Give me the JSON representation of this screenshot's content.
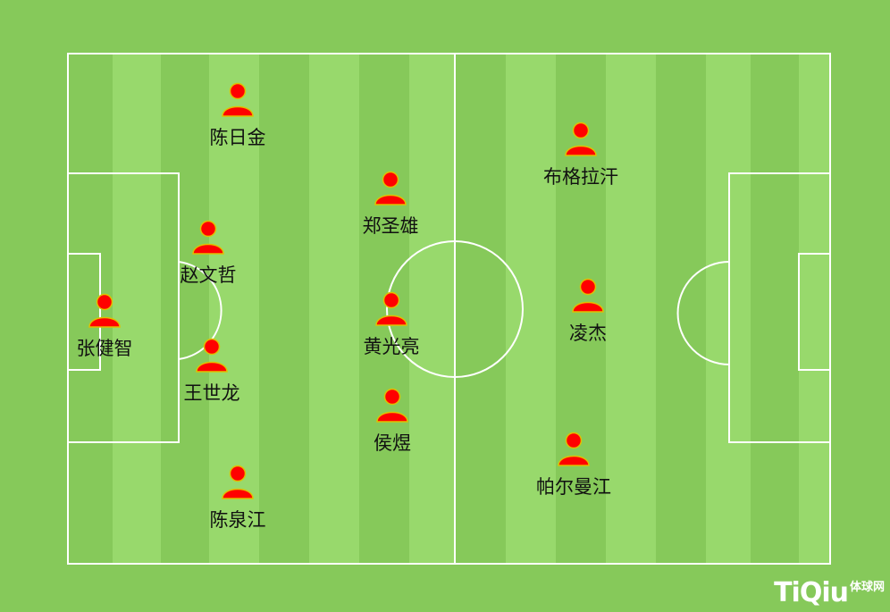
{
  "field": {
    "grass_light": "#98d96c",
    "grass_dark": "#86c95a",
    "line_color": "#ffffff",
    "player_color": "#ff0000",
    "player_outline": "#e0c000"
  },
  "players": [
    {
      "id": "chen-rijin",
      "name": "陈日金"
    },
    {
      "id": "zhao-wenzhe",
      "name": "赵文哲"
    },
    {
      "id": "zhang-jianzhi",
      "name": "张健智"
    },
    {
      "id": "wang-shilong",
      "name": "王世龙"
    },
    {
      "id": "chen-quanjiang",
      "name": "陈泉江"
    },
    {
      "id": "zheng-shengxiong",
      "name": "郑圣雄"
    },
    {
      "id": "huang-guangliang",
      "name": "黄光亮"
    },
    {
      "id": "hou-yu",
      "name": "侯煜"
    },
    {
      "id": "bulagahan",
      "name": "布格拉汗"
    },
    {
      "id": "ling-jie",
      "name": "凌杰"
    },
    {
      "id": "pa-erman-jiang",
      "name": "帕尔曼江"
    }
  ],
  "logo": {
    "text": "TiQiu",
    "sub": "体球网"
  }
}
